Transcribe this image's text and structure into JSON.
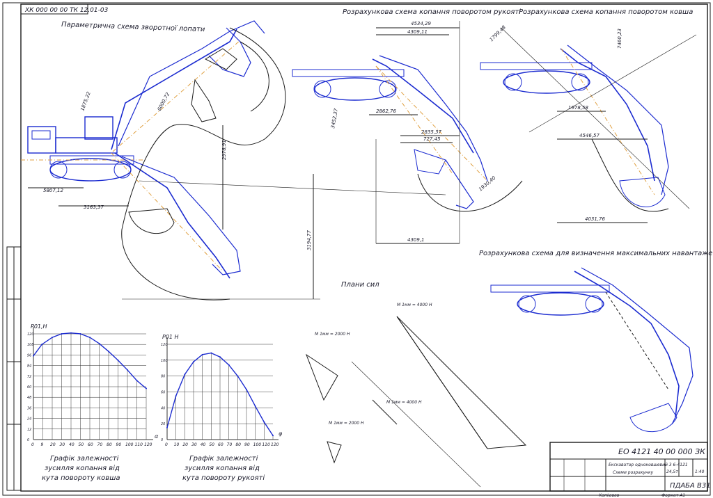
{
  "sheet": {
    "doc_code": "ХК 000 00 00 ТК 12.01-03",
    "border_color": "#1a1a1a",
    "mechanism_color": "#1b2bd0",
    "axis_color": "#e0a040"
  },
  "views": {
    "param_scheme": {
      "title": "Параметрична схема зворотної лопати",
      "dims": [
        "6000,72",
        "1875,22",
        "2978,91",
        "3194,77",
        "3163,37",
        "5807,12"
      ]
    },
    "handle_scheme": {
      "title": "Розрахункова схема копання поворотом рукояті",
      "dims": [
        "4534,29",
        "4309,11",
        "2862,76",
        "2835,37",
        "727,45",
        "1930,40",
        "3452,37",
        "4309,1"
      ]
    },
    "bucket_scheme": {
      "title": "Розрахункова схема копання поворотом ковша",
      "dims": [
        "1978,58",
        "4546,57",
        "4031,76",
        "7460,23",
        "1799,48"
      ]
    },
    "max_load_scheme": {
      "title": "Розрахункова схема для визначення максимальних навантажень"
    },
    "force_plans": {
      "title": "Плани сил",
      "labels": [
        "M 1мм = 2000 Н",
        "M 1мм = 4000 Н",
        "M 1мм = 2000 Н",
        "M 1мм = 4000 Н"
      ]
    }
  },
  "chart_data": [
    {
      "type": "area",
      "title": "P01,Н",
      "caption": [
        "Графік залежності",
        "зусилля копання від",
        "кута повороту ковша"
      ],
      "xlabel": "α",
      "ylabel": "P01,Н",
      "x": [
        0,
        9,
        20,
        30,
        40,
        50,
        60,
        70,
        80,
        90,
        100,
        110,
        120
      ],
      "y": [
        95,
        108,
        116,
        120,
        121,
        120,
        116,
        109,
        100,
        90,
        79,
        67,
        58
      ],
      "xlim": [
        0,
        120
      ],
      "ylim": [
        0,
        120
      ],
      "xticks": [
        "0",
        "9",
        "20",
        "30",
        "40",
        "50",
        "60",
        "70",
        "80",
        "90",
        "100",
        "110",
        "120"
      ],
      "yticks": [
        "0",
        "12",
        "24",
        "36",
        "48",
        "60",
        "72",
        "84",
        "96",
        "108",
        "120"
      ],
      "grid": true
    },
    {
      "type": "area",
      "title": "P01 Н",
      "caption": [
        "Графік залежності",
        "зусилля копання від",
        "кута повороту рукояті"
      ],
      "xlabel": "φ",
      "ylabel": "P01 Н",
      "x": [
        0,
        10,
        20,
        30,
        40,
        50,
        60,
        70,
        80,
        90,
        100,
        110,
        120
      ],
      "y": [
        15,
        55,
        82,
        98,
        107,
        109,
        104,
        94,
        80,
        63,
        42,
        22,
        5
      ],
      "xlim": [
        0,
        120
      ],
      "ylim": [
        0,
        120
      ],
      "xticks": [
        "0",
        "10",
        "20",
        "30",
        "40",
        "50",
        "60",
        "70",
        "80",
        "90",
        "100",
        "110",
        "120"
      ],
      "yticks": [
        "0",
        "20",
        "40",
        "60",
        "80",
        "100",
        "120"
      ],
      "grid": true
    }
  ],
  "title_block": {
    "doc_number": "ЕО 4121 40 00 000 ЗК",
    "product_name": "Екскаватор одноковшевий 3 6-4121",
    "sheet_name": "Схеми розрахунку",
    "group": "ПДАБА В31",
    "mass": "24,5т",
    "scale": "1:40",
    "copied": "Копіював",
    "format": "Формат А1"
  }
}
